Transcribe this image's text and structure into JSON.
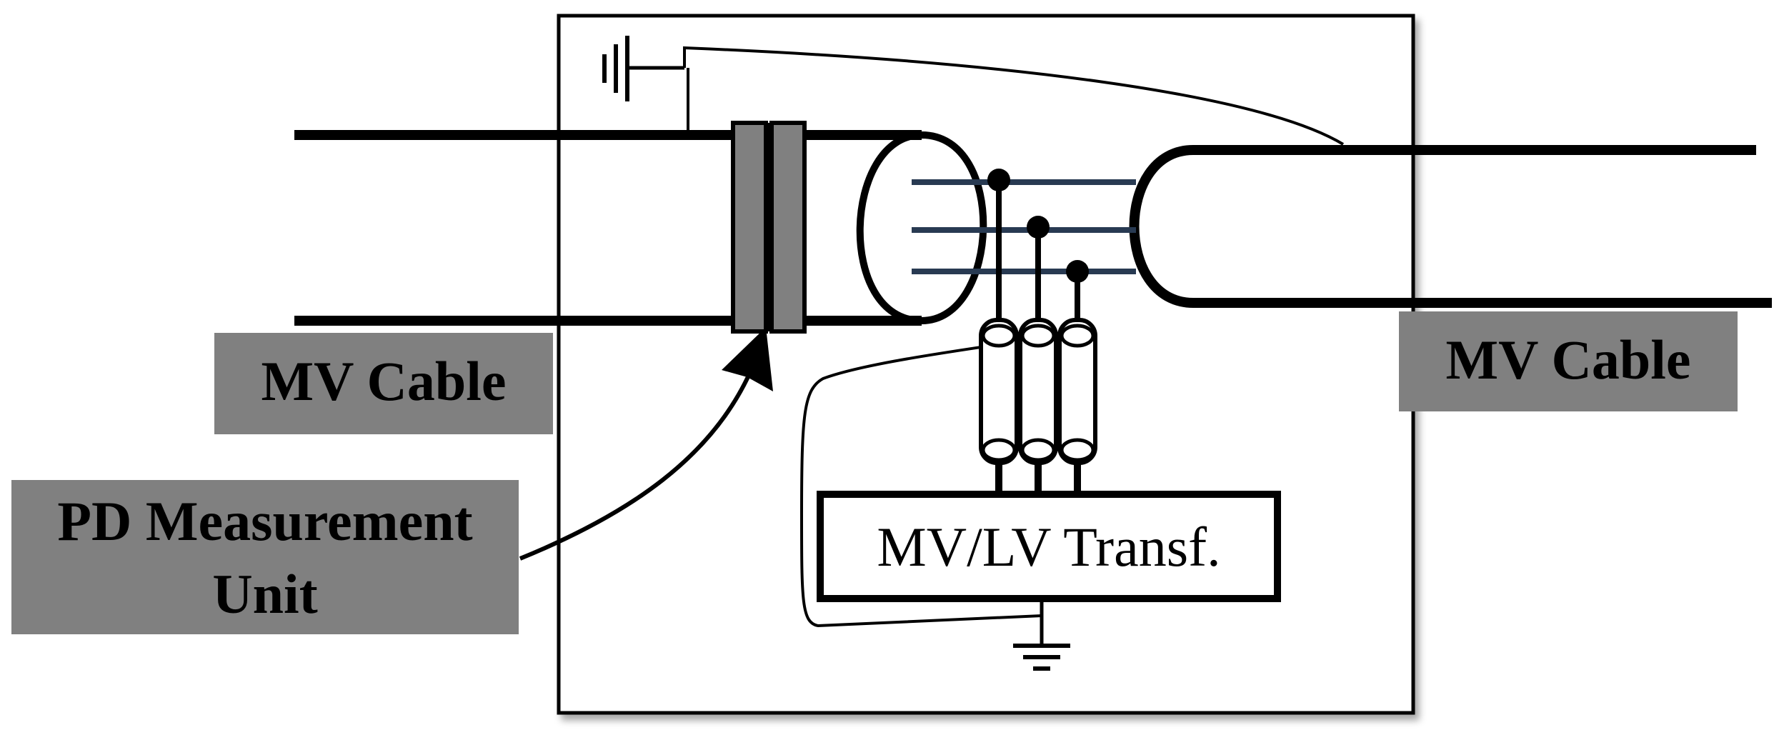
{
  "labels": {
    "mv_cable_left": "MV Cable",
    "mv_cable_right": "MV Cable",
    "pd_unit_line1": "PD Measurement",
    "pd_unit_line2": "Unit",
    "transformer": "MV/LV Transf."
  },
  "colors": {
    "label_box_fill": "#808080",
    "sensor_fill": "#808080",
    "line": "#000000",
    "conductor": "#283a52",
    "background": "#ffffff"
  },
  "icons": {
    "top_ground": "ground-symbol-icon",
    "bottom_ground": "ground-symbol-icon",
    "pointer": "arrow-icon"
  }
}
